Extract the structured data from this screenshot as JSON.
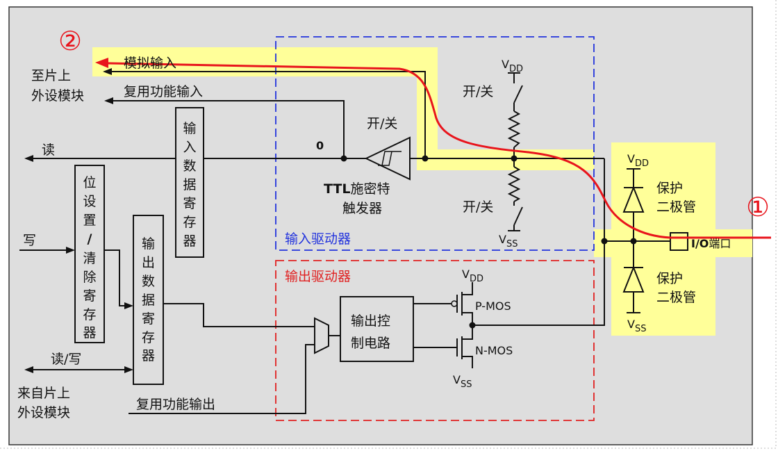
{
  "colors": {
    "panel": "#dedede",
    "highlight": "#ffff99",
    "input_driver": "#2233dd",
    "output_driver": "#e02020",
    "signal_path": "#e8141c"
  },
  "markers": {
    "analog_output_marker": "②",
    "io_input_marker": "①"
  },
  "left_side": {
    "to_peripheral": {
      "line1": "至片上",
      "line2": "外设模块"
    },
    "from_peripheral": {
      "line1": "来自片上",
      "line2": "外设模块"
    },
    "read": "读",
    "write": "写",
    "read_write": "读/写"
  },
  "signals": {
    "analog_input": "模拟输入",
    "alt_function_input": "复用功能输入",
    "alt_function_output": "复用功能输出",
    "zero": "0"
  },
  "registers": {
    "input_data": [
      "输",
      "入",
      "数",
      "据",
      "寄",
      "存",
      "器"
    ],
    "bit_set_reset": [
      "位",
      "设",
      "置",
      "/",
      "清",
      "除",
      "寄",
      "存",
      "器"
    ],
    "output_data": [
      "输",
      "出",
      "数",
      "据",
      "寄",
      "存",
      "器"
    ]
  },
  "input_driver": {
    "label": "输入驱动器",
    "schmitt_trigger": {
      "switch": "开/关",
      "name_bold": "TTL",
      "name_rest": "施密特",
      "name_line2": "触发器"
    },
    "pull_up": {
      "switch": "开/关",
      "supply": "V",
      "supply_sub": "DD"
    },
    "pull_down": {
      "switch": "开/关",
      "supply": "V",
      "supply_sub": "SS"
    }
  },
  "output_driver": {
    "label": "输出驱动器",
    "control": {
      "line1": "输出控",
      "line2": "制电路"
    },
    "pmos": "P-MOS",
    "nmos": "N-MOS",
    "vdd": {
      "v": "V",
      "sub": "DD"
    },
    "vss": {
      "v": "V",
      "sub": "SS"
    }
  },
  "protection": {
    "vdd": {
      "v": "V",
      "sub": "DD"
    },
    "upper_diode": {
      "line1": "保护",
      "line2": "二极管"
    },
    "lower_diode": {
      "line1": "保护",
      "line2": "二极管"
    },
    "vss": {
      "v": "V",
      "sub": "SS"
    }
  },
  "io_port": {
    "name_bold": "I/O",
    "name_rest": "端口"
  }
}
